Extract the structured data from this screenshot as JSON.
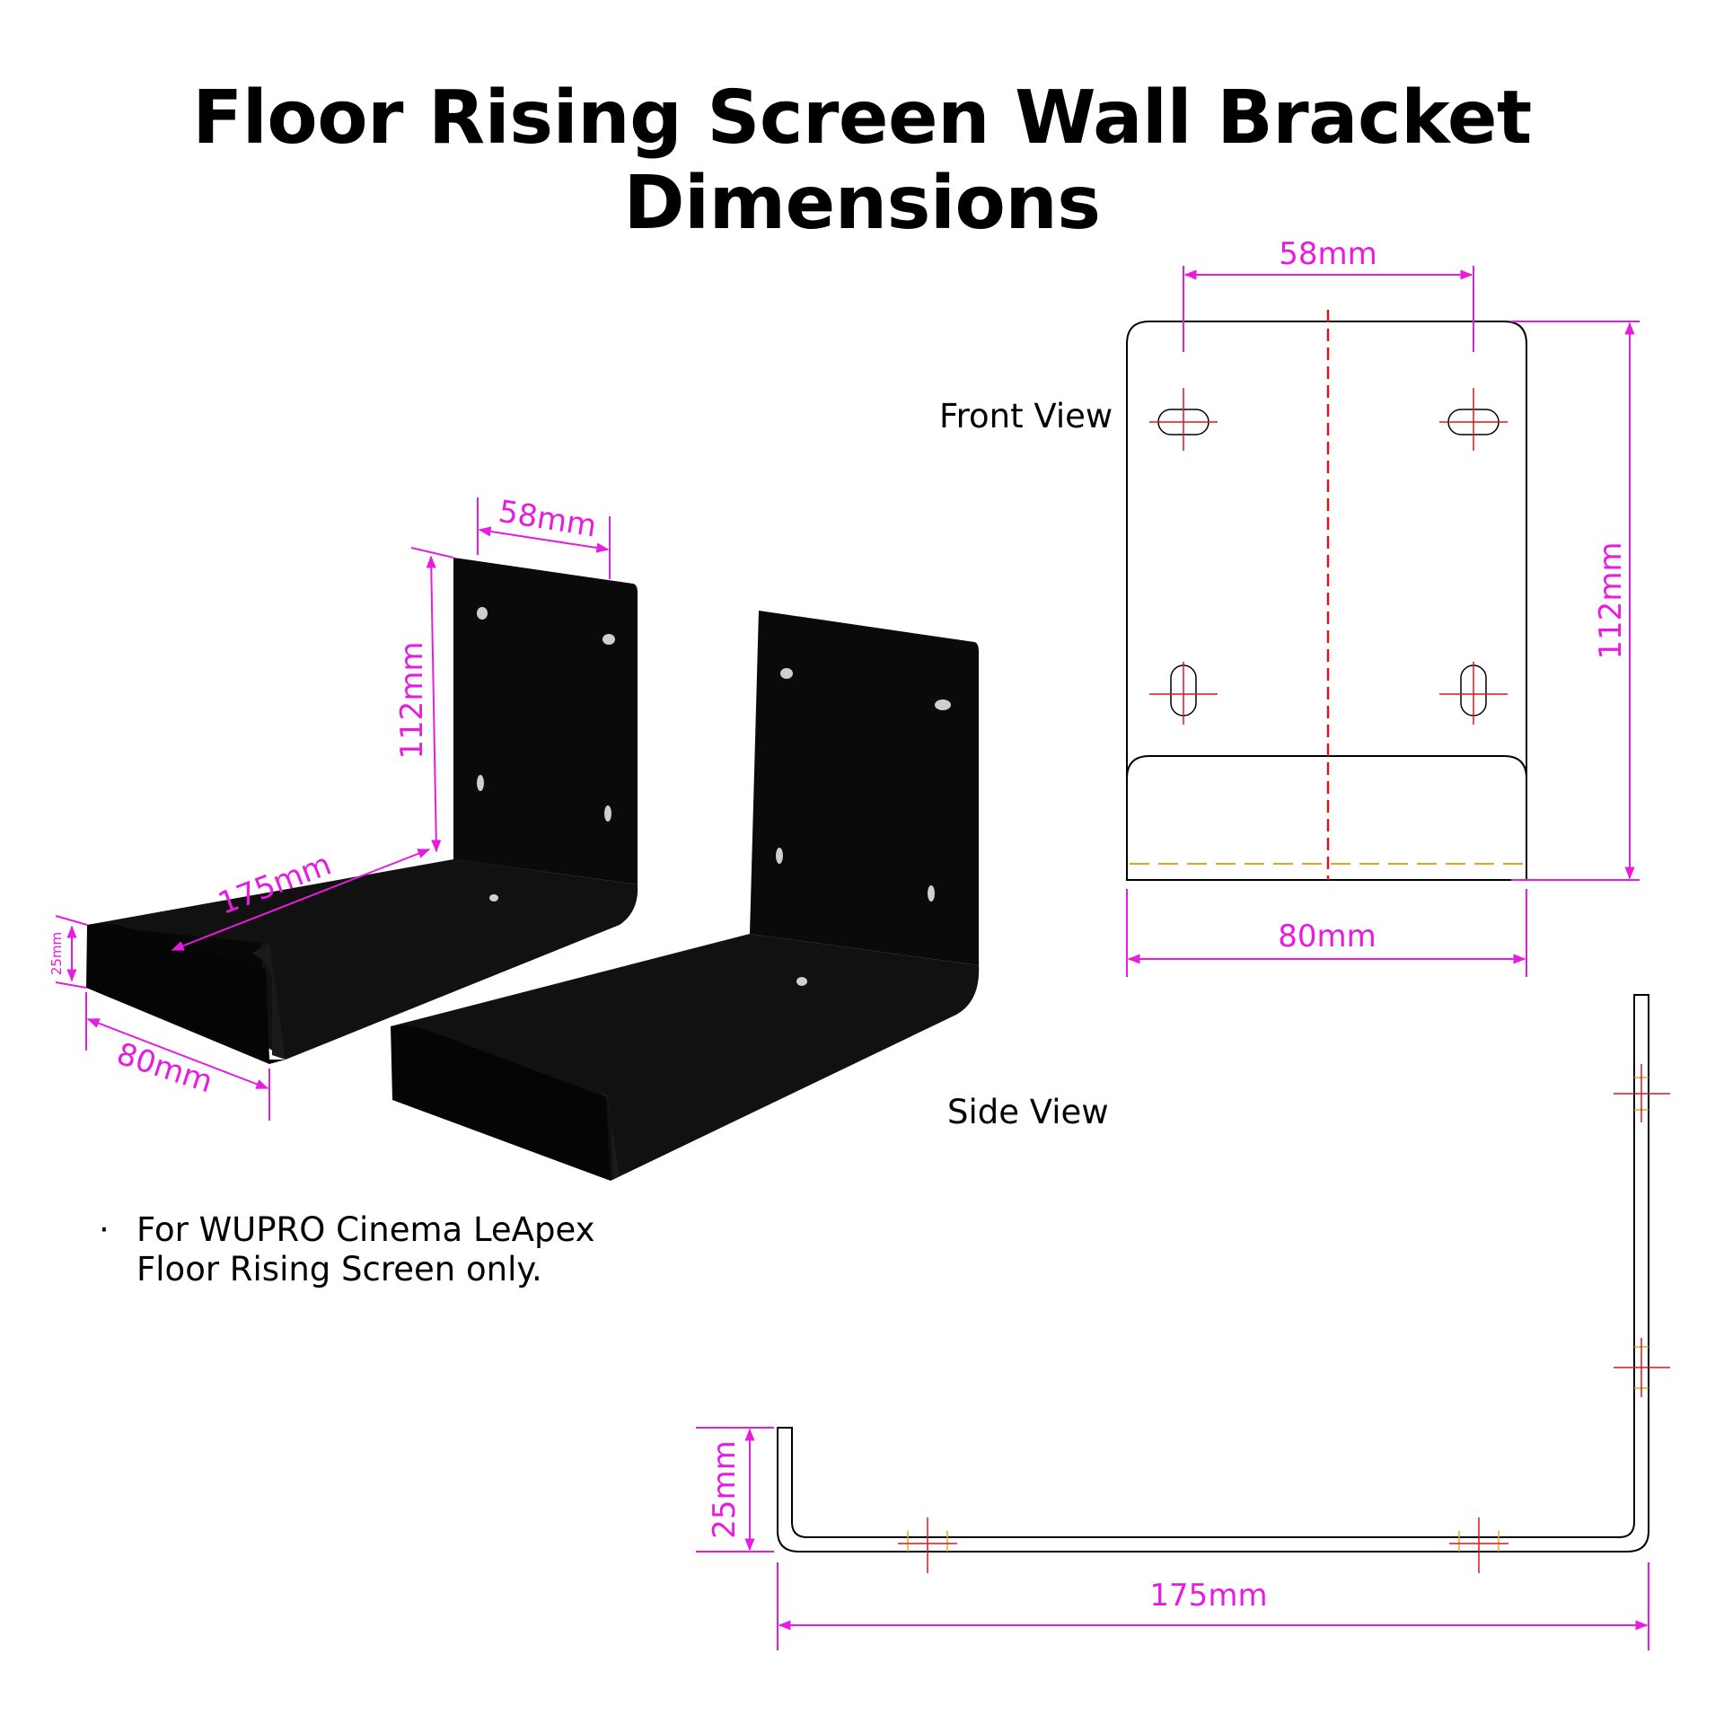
{
  "title": "Floor Rising Screen Wall Bracket Dimensions",
  "views": {
    "front": "Front View",
    "side": "Side View"
  },
  "dimensions": {
    "photo_width": "58mm",
    "photo_height": "112mm",
    "photo_depth": "175mm",
    "photo_lip": "25mm",
    "photo_base_width": "80mm",
    "front_hole_spacing": "58mm",
    "front_height": "112mm",
    "front_width": "80mm",
    "side_lip": "25mm",
    "side_depth": "175mm"
  },
  "note": {
    "bullet": "·",
    "text": "For WUPRO Cinema LeApex Floor Rising Screen only."
  },
  "colors": {
    "dimension": "#e81ce0",
    "centerline": "#e0141e",
    "hidden_line": "#f0a020",
    "bracket": "#0a0a0a"
  }
}
